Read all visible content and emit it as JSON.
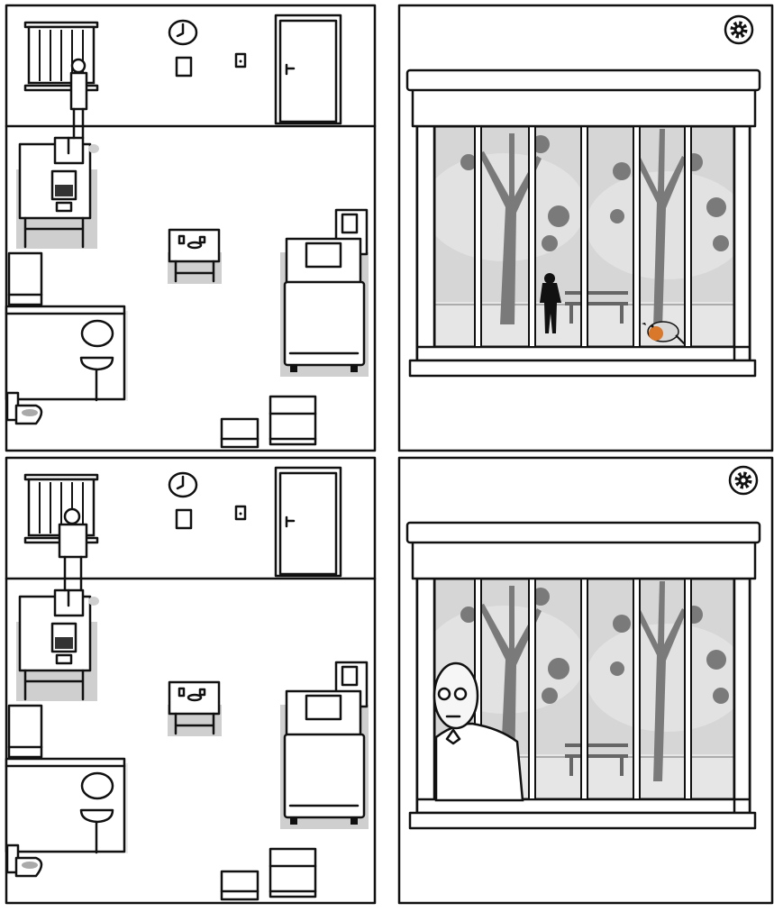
{
  "game": {
    "panels": [
      {
        "type": "room-view",
        "character_pose": "standing-on-box-side"
      },
      {
        "type": "window-view",
        "scene": [
          "silhouette-figure",
          "robin-bird",
          "bench",
          "trees"
        ]
      },
      {
        "type": "room-view",
        "character_pose": "standing-on-box-facing-window"
      },
      {
        "type": "window-view",
        "scene": [
          "bald-man-with-glasses",
          "bench",
          "trees"
        ]
      }
    ],
    "icons": {
      "settings": "gear-icon"
    },
    "colors": {
      "line": "#111111",
      "paper": "#ffffff",
      "shadow": "#cfcfcf",
      "sky": "#d6d6d6",
      "tree": "#7a7a7a",
      "robin": "#d9772b"
    }
  }
}
